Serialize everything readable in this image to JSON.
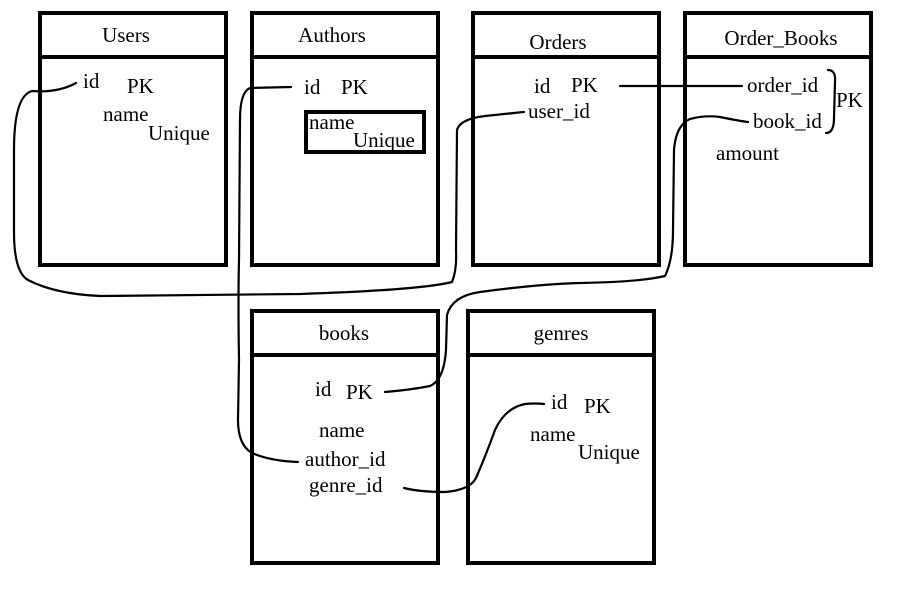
{
  "tables": {
    "users": {
      "title": "Users",
      "id": "id",
      "pk": "PK",
      "name": "name",
      "unique": "Unique"
    },
    "authors": {
      "title": "Authors",
      "id": "id",
      "pk": "PK",
      "name": "name",
      "unique": "Unique"
    },
    "orders": {
      "title": "Orders",
      "id": "id",
      "pk": "PK",
      "user_id": "user_id"
    },
    "order_books": {
      "title": "Order_Books",
      "order_id": "order_id",
      "book_id": "book_id",
      "pk": "PK",
      "amount": "amount"
    },
    "books": {
      "title": "books",
      "id": "id",
      "pk": "PK",
      "name": "name",
      "author_id": "author_id",
      "genre_id": "genre_id"
    },
    "genres": {
      "title": "genres",
      "id": "id",
      "pk": "PK",
      "name": "name",
      "unique": "Unique"
    }
  }
}
